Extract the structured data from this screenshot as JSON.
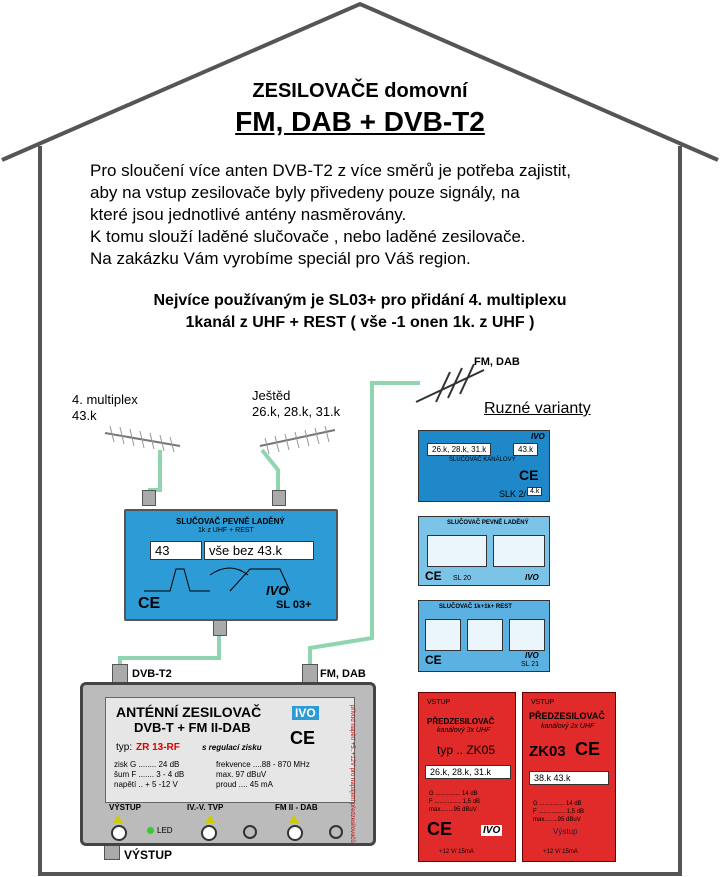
{
  "header": {
    "title": "ZESILOVAČE domovní",
    "subtitle": "FM, DAB + DVB-T2"
  },
  "intro": {
    "lines": [
      "Pro sloučení  více  anten DVB-T2 z více směrů  je potřeba zajistit,",
      "aby na vstup zesilovače byly přivedeny pouze signály, na",
      "které jsou jednotlivé antény nasměrovány.",
      "K tomu slouží laděné slučovače , nebo laděné zesilovače.",
      "Na zakázku Vám vyrobíme speciál pro Váš region."
    ]
  },
  "highlight": {
    "line1": "Nejvíce používaným je SL03+ pro přidání 4. multiplexu",
    "line2": "1kanál z UHF + REST ( vše -1 onen 1k. z UHF )"
  },
  "antennas": {
    "left_label1": "4. multiplex",
    "left_label2": "43.k",
    "right_label1": "Ještěd",
    "right_label2": "26.k, 28.k,  31.k",
    "fm_label": "FM, DAB"
  },
  "variants_title": "Ruzné varianty",
  "sl03": {
    "header": "SLUČOVAČ PEVNĚ LADĚNÝ",
    "subheader": "1k z UHF + REST",
    "ch": "43",
    "rest": "vše bez 43.k",
    "name": "SL 03+",
    "brand": "IVO",
    "ce": "CE"
  },
  "connectors": {
    "dvbt2": "DVB-T2",
    "fmdab": "FM, DAB",
    "vystup": "VÝSTUP"
  },
  "amplifier": {
    "title1": "ANTÉNNÍ  ZESILOVAČ",
    "title2": "DVB-T  +  FM II-DAB",
    "brand": "IVO",
    "type_label": "typ:",
    "type_value": "ZR 13-RF",
    "gain_reg": "s regulací zisku",
    "specs_left": [
      "zisk G ........ 24 dB",
      "šum F ....... 3 - 4 dB",
      "napětí .. + 5 -12 V"
    ],
    "specs_right": [
      "frekvence ....88 - 870 MHz",
      "max.              97 dBuV",
      "proud ....          45 mA"
    ],
    "port_out": "VÝSTUP",
    "port_tv": "IV.-V. TVP",
    "port_fm": "FM II - DAB",
    "led": "LED",
    "ce": "CE",
    "side_text": "přívod napětí +5..+12V pro napájení předzesilovačů"
  },
  "variant_slk2": {
    "ch1": "26.k, 28.k, 31.k",
    "ch2": "43.k",
    "header": "SLUČOVAČ KANÁLOVÝ",
    "name": "SLK 2/",
    "suffix": "4.k",
    "brand": "IVO",
    "ce": "CE"
  },
  "variant_sl20": {
    "header": "SLUČOVAČ  PEVNĚ  LADĚNÝ",
    "name": "SL 20",
    "brand": "IVO",
    "ce": "CE"
  },
  "variant_sl21": {
    "header": "SLUČOVAČ 1k+1k+ REST",
    "name": "SL 21",
    "brand": "IVO",
    "ce": "CE"
  },
  "variant_zk05": {
    "top": "VSTUP",
    "title": "PŘEDZESILOVAČ",
    "subtitle": "kanálový  3x UHF",
    "type": "typ .. ZK05",
    "channels": "26.k, 28.k, 31.k",
    "g": "G ............... 14 dB",
    "f": "F ................ 1,5 dB",
    "max": "max........95 dBuV",
    "brand": "IVO",
    "ce": "CE",
    "bottom": "+12 V/ 15mA"
  },
  "variant_zk03": {
    "top": "VSTUP",
    "title": "PŘEDZESILOVAČ",
    "subtitle": "kanálový  2x UHF",
    "type": "ZK03",
    "channels": "38.k  43.k",
    "g": "G ............... 14 dB",
    "f": "F ................ 1,5 dB",
    "max": "max........95 dBuV",
    "out": "Výstup",
    "ce": "CE",
    "bottom": "+12 V/ 15mA"
  },
  "colors": {
    "cable": "#8fd6b0",
    "blue": "#2d9bd5",
    "red": "#e12b2b"
  }
}
